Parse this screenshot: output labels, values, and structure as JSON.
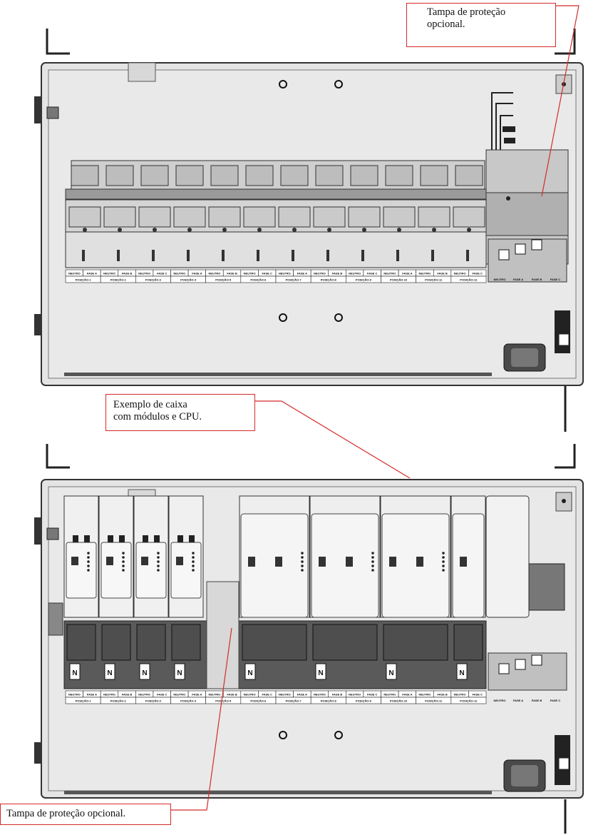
{
  "callouts": {
    "top": "Tampa de proteção opcional.",
    "middle_line1": "Exemplo de caixa",
    "middle_line2": "com módulos e CPU.",
    "bottom": "Tampa de proteção opcional."
  },
  "strip_labels": {
    "top_row": [
      "NEUTRO",
      "FASE A",
      "NEUTRO",
      "FASE B",
      "NEUTRO",
      "FASE C",
      "NEUTRO",
      "FASE A",
      "NEUTRO",
      "FASE B",
      "NEUTRO",
      "FASE C",
      "NEUTRO",
      "FASE A",
      "NEUTRO",
      "FASE B",
      "NEUTRO",
      "FASE C",
      "NEUTRO",
      "FASE A",
      "NEUTRO",
      "FASE B",
      "NEUTRO",
      "FASE C"
    ],
    "positions": [
      "POSIÇÃO-1",
      "POSIÇÃO-2",
      "POSIÇÃO-3",
      "POSIÇÃO-4",
      "POSIÇÃO-5",
      "POSIÇÃO-6",
      "POSIÇÃO-7",
      "POSIÇÃO-8",
      "POSIÇÃO-9",
      "POSIÇÃO-10",
      "POSIÇÃO-11",
      "POSIÇÃO-12"
    ],
    "cpu_terminals": [
      "NEUTRO",
      "FASE A",
      "FASE B",
      "FASE C"
    ]
  },
  "colors": {
    "enclosure": "#e6e6e6",
    "frame": "#3a3a3a",
    "module_light": "#f0f0f0",
    "module_dark": "#5a5a5a",
    "callout_line": "#d42a2a"
  },
  "icons": [
    "mounting-hole-icon",
    "cable-gland-icon",
    "lock-latch-icon"
  ]
}
